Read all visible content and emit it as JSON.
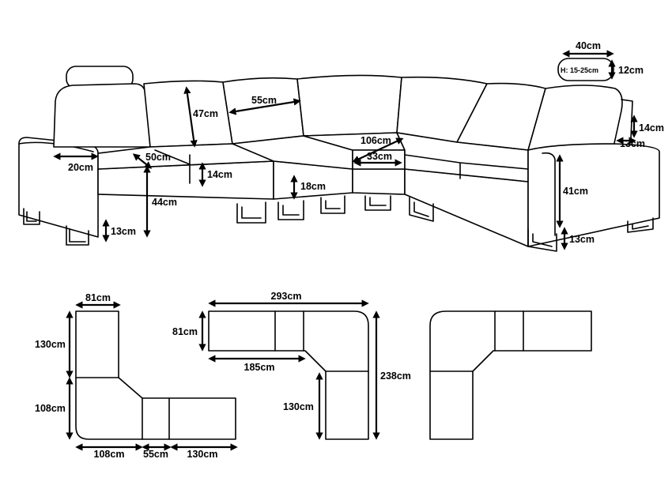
{
  "sofa_dimensions": {
    "headrest_width": "40cm",
    "headrest_depth": "12cm",
    "headrest_height": "H: 15-25cm",
    "back_height": "47cm",
    "seat_width": "55cm",
    "corner_depth": "106cm",
    "corner_seat_width": "33cm",
    "seat_depth": "50cm",
    "arm_width": "20cm",
    "cushion_thickness": "14cm",
    "base_height": "18cm",
    "seat_height": "44cm",
    "leg_height_left": "13cm",
    "arm_height": "41cm",
    "leg_height_right": "13cm",
    "arm_cushion_right": "14cm",
    "arm_offset_right": "13cm"
  },
  "plan_left": {
    "top_width": "81cm",
    "upper_height": "130cm",
    "lower_height": "108cm",
    "bottom_a": "108cm",
    "bottom_b": "55cm",
    "bottom_c": "130cm"
  },
  "plan_middle": {
    "total_width": "293cm",
    "depth": "81cm",
    "partial_width": "185cm",
    "total_height": "238cm",
    "lower_height": "130cm"
  }
}
